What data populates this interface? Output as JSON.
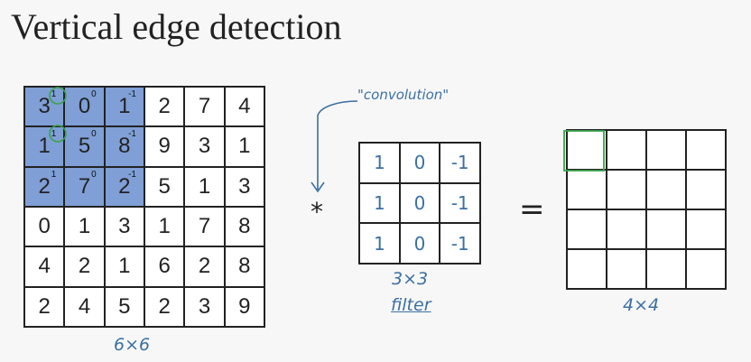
{
  "title": "Vertical edge detection",
  "input": {
    "rows": [
      [
        "3",
        "0",
        "1",
        "2",
        "7",
        "4"
      ],
      [
        "1",
        "5",
        "8",
        "9",
        "3",
        "1"
      ],
      [
        "2",
        "7",
        "2",
        "5",
        "1",
        "3"
      ],
      [
        "0",
        "1",
        "3",
        "1",
        "7",
        "8"
      ],
      [
        "4",
        "2",
        "1",
        "6",
        "2",
        "8"
      ],
      [
        "2",
        "4",
        "5",
        "2",
        "3",
        "9"
      ]
    ],
    "highlight_superscripts": [
      [
        "1",
        "0",
        "-1"
      ],
      [
        "1",
        "0",
        "-1"
      ],
      [
        "1",
        "0",
        "-1"
      ]
    ],
    "label": "6×6"
  },
  "operator_convolution": "*",
  "annotation": "\"convolution\"",
  "filter": {
    "rows": [
      [
        "1",
        "0",
        "-1"
      ],
      [
        "1",
        "0",
        "-1"
      ],
      [
        "1",
        "0",
        "-1"
      ]
    ],
    "label_size": "3×3",
    "label_name": "filter"
  },
  "operator_equals": "=",
  "output": {
    "size": 4,
    "label": "4×4"
  },
  "colors": {
    "highlight": "#7f9fd6",
    "ink_blue": "#3b70a3",
    "ink_green": "#3aa34a"
  }
}
